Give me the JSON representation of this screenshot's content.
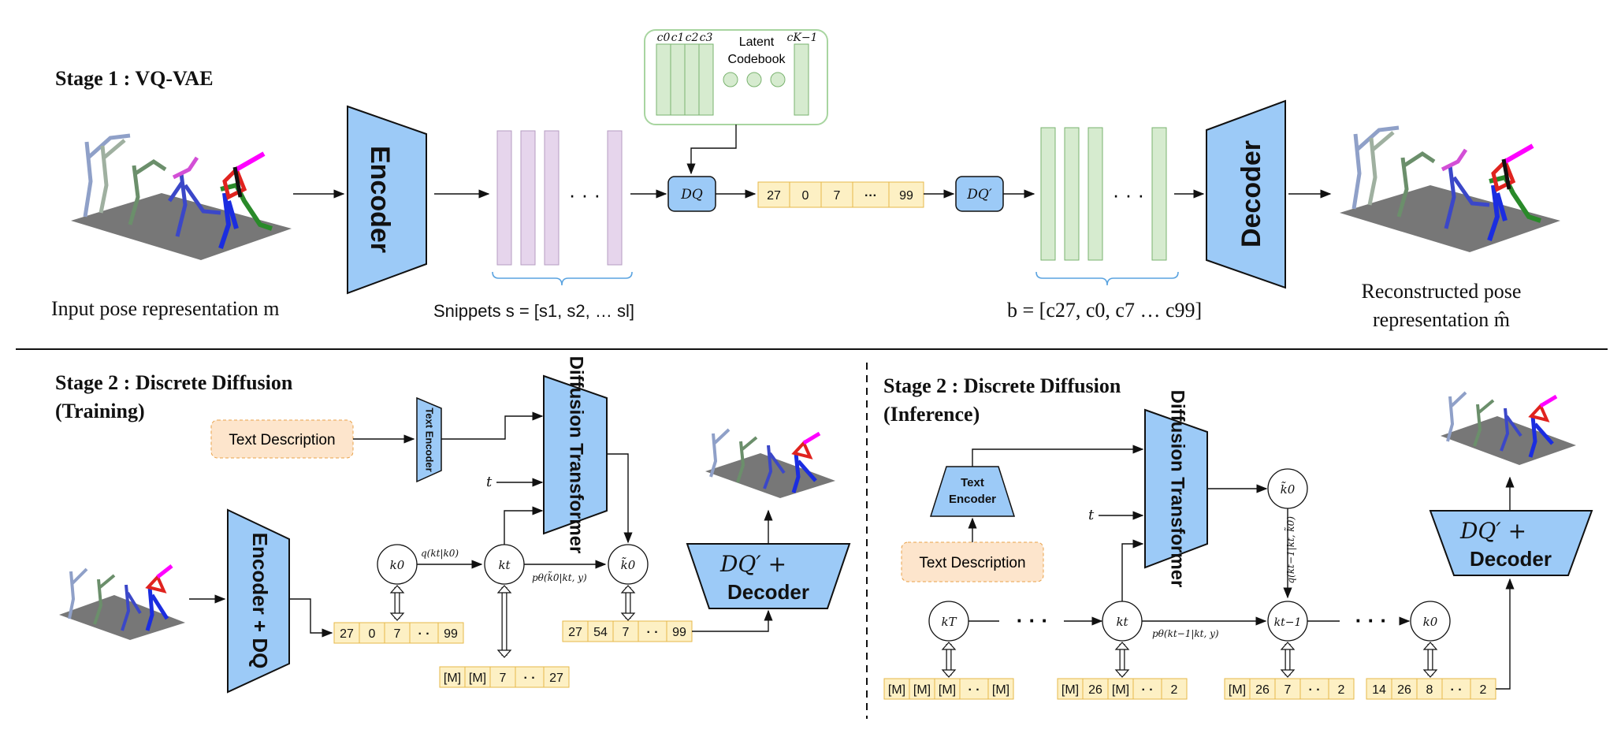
{
  "stage1": {
    "title": "Stage 1 : VQ-VAE",
    "input_caption": "Input pose representation m",
    "encoder_label": "Encoder",
    "snippets_caption": "Snippets s = [s1, s2, … sl]",
    "codebook_label_line1": "Latent",
    "codebook_label_line2": "Codebook",
    "codebook_cols": [
      "c0",
      "c1",
      "c2",
      "c3"
    ],
    "codebook_last": "cK−1",
    "dq_label": "DQ",
    "dq_prime_label": "DQ′",
    "token_cells": [
      "27",
      "0",
      "7",
      "···",
      "99"
    ],
    "b_caption": "b = [c27, c0, c7 … c99]",
    "decoder_label": "Decoder",
    "output_caption_line1": "Reconstructed pose",
    "output_caption_line2": "representation m̂",
    "dots": "· · ·"
  },
  "stage2_train": {
    "title_line1": "Stage 2 : Discrete Diffusion",
    "title_line2": "(Training)",
    "text_description": "Text Description",
    "text_encoder": "Text Encoder",
    "diffusion_transformer": "Diffusion Transformer",
    "t_label": "t",
    "encoder_dq": "Encoder + DQ",
    "k0": "k0",
    "kt": "kt",
    "k0_tilde": "k̃0",
    "q_label": "q(kt|k0)",
    "p_label": "pθ(k̃0|kt, y)",
    "row_k0": [
      "27",
      "0",
      "7",
      "· ·",
      "99"
    ],
    "row_kt": [
      "[M]",
      "[M]",
      "7",
      "· ·",
      "27"
    ],
    "row_k0t": [
      "27",
      "54",
      "7",
      "· ·",
      "99"
    ],
    "dq_decoder_line1": "DQ′ +",
    "dq_decoder_line2": "Decoder"
  },
  "stage2_inf": {
    "title_line1": "Stage 2 : Discrete Diffusion",
    "title_line2": "(Inference)",
    "text_encoder_line1": "Text",
    "text_encoder_line2": "Encoder",
    "text_description": "Text Description",
    "diffusion_transformer": "Diffusion Transformer",
    "t_label": "t",
    "kT": "kT",
    "kt": "kt",
    "kt1": "kt−1",
    "k0": "k0",
    "k0_tilde": "k̃0",
    "q_label": "q(kt−1|kt, k̃0)",
    "p_label": "pθ(kt−1|kt, y)",
    "row_kT": [
      "[M]",
      "[M]",
      "[M]",
      "· ·",
      "[M]"
    ],
    "row_kt": [
      "[M]",
      "26",
      "[M]",
      "· ·",
      "2"
    ],
    "row_kt1": [
      "[M]",
      "26",
      "7",
      "· ·",
      "2"
    ],
    "row_k0": [
      "14",
      "26",
      "8",
      "· ·",
      "2"
    ],
    "dq_decoder_line1": "DQ′ +",
    "dq_decoder_line2": "Decoder",
    "dots": "· · ·"
  },
  "colors": {
    "blue_box": "#9ccaf7",
    "purple_snippet": "#e6d5ec",
    "green_code": "#d6ebcf",
    "yellow_cell": "#fdf0c4",
    "orange_text": "#fde5cc"
  }
}
